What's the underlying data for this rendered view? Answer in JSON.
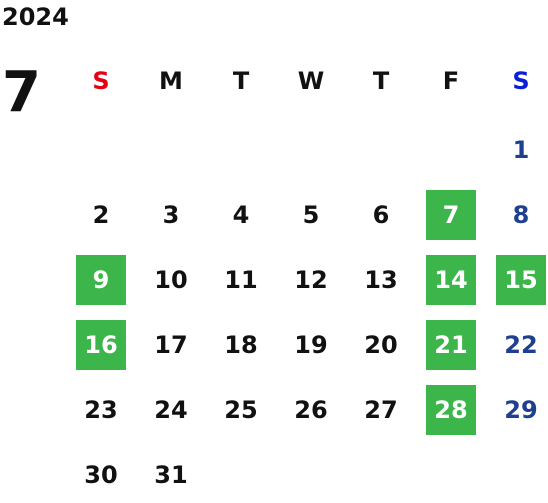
{
  "calendar": {
    "year": "2024",
    "month": "7",
    "weekdays": [
      {
        "label": "S",
        "color": "#e60012"
      },
      {
        "label": "M",
        "color": "#111111"
      },
      {
        "label": "T",
        "color": "#111111"
      },
      {
        "label": "W",
        "color": "#111111"
      },
      {
        "label": "T",
        "color": "#111111"
      },
      {
        "label": "F",
        "color": "#111111"
      },
      {
        "label": "S",
        "color": "#0a1fd6"
      }
    ],
    "highlight_color": "#3cb54a",
    "saturday_color": "#1f3f8f",
    "first_weekday_index": 6,
    "days": [
      {
        "label": "1"
      },
      {
        "label": "2"
      },
      {
        "label": "3"
      },
      {
        "label": "4"
      },
      {
        "label": "5"
      },
      {
        "label": "6"
      },
      {
        "label": "7",
        "highlighted": true
      },
      {
        "label": "8"
      },
      {
        "label": "9",
        "highlighted": true
      },
      {
        "label": "10"
      },
      {
        "label": "11"
      },
      {
        "label": "12"
      },
      {
        "label": "13"
      },
      {
        "label": "14",
        "highlighted": true
      },
      {
        "label": "15",
        "highlighted": true
      },
      {
        "label": "16",
        "highlighted": true
      },
      {
        "label": "17"
      },
      {
        "label": "18"
      },
      {
        "label": "19"
      },
      {
        "label": "20"
      },
      {
        "label": "21",
        "highlighted": true
      },
      {
        "label": "22"
      },
      {
        "label": "23"
      },
      {
        "label": "24"
      },
      {
        "label": "25"
      },
      {
        "label": "26"
      },
      {
        "label": "27"
      },
      {
        "label": "28",
        "highlighted": true
      },
      {
        "label": "29"
      },
      {
        "label": "30"
      },
      {
        "label": "31"
      }
    ]
  }
}
